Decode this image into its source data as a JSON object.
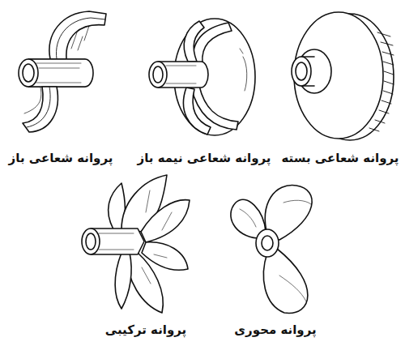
{
  "diagram": {
    "labels": [
      "پروانه شعاعی بسته",
      "پروانه شعاعی نیمه باز",
      "پروانه شعاعی باز",
      "پروانه محوری",
      "پروانه ترکیبی"
    ]
  }
}
